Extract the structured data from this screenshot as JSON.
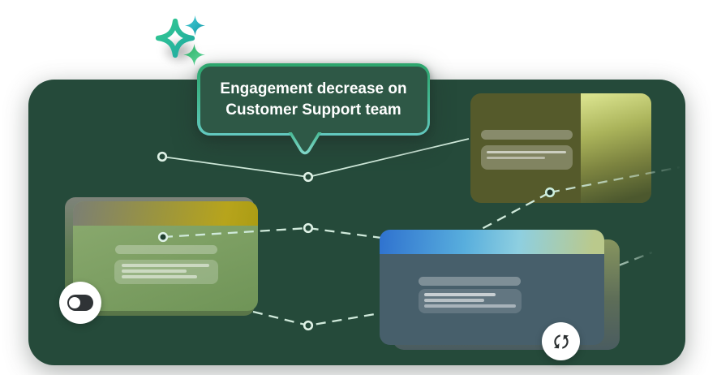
{
  "callout": {
    "line1": "Engagement decrease on",
    "line2": "Customer Support team"
  },
  "icons": {
    "sparkle": "ai-sparkle",
    "toggle": "toggle-off-switch",
    "refresh": "sync-refresh"
  },
  "colors": {
    "panel_bg": "#254A3A",
    "callout_bg": "#2E5846",
    "callout_border_green": "#2CA56C",
    "callout_border_teal": "#63C9C0",
    "connector": "#CFE9DA",
    "card_green": "#7AA05F",
    "card_green_header_gold": "#B7A41C",
    "card_olive": "#555A2B",
    "card_olive_strip": "#D8E18C",
    "card_slate": "#475F6B",
    "card_slate_header_blue": "#2F72CF",
    "accent_teal": "#38C2CF",
    "accent_green": "#2EB56F",
    "icon_dark": "#2B2F30"
  }
}
